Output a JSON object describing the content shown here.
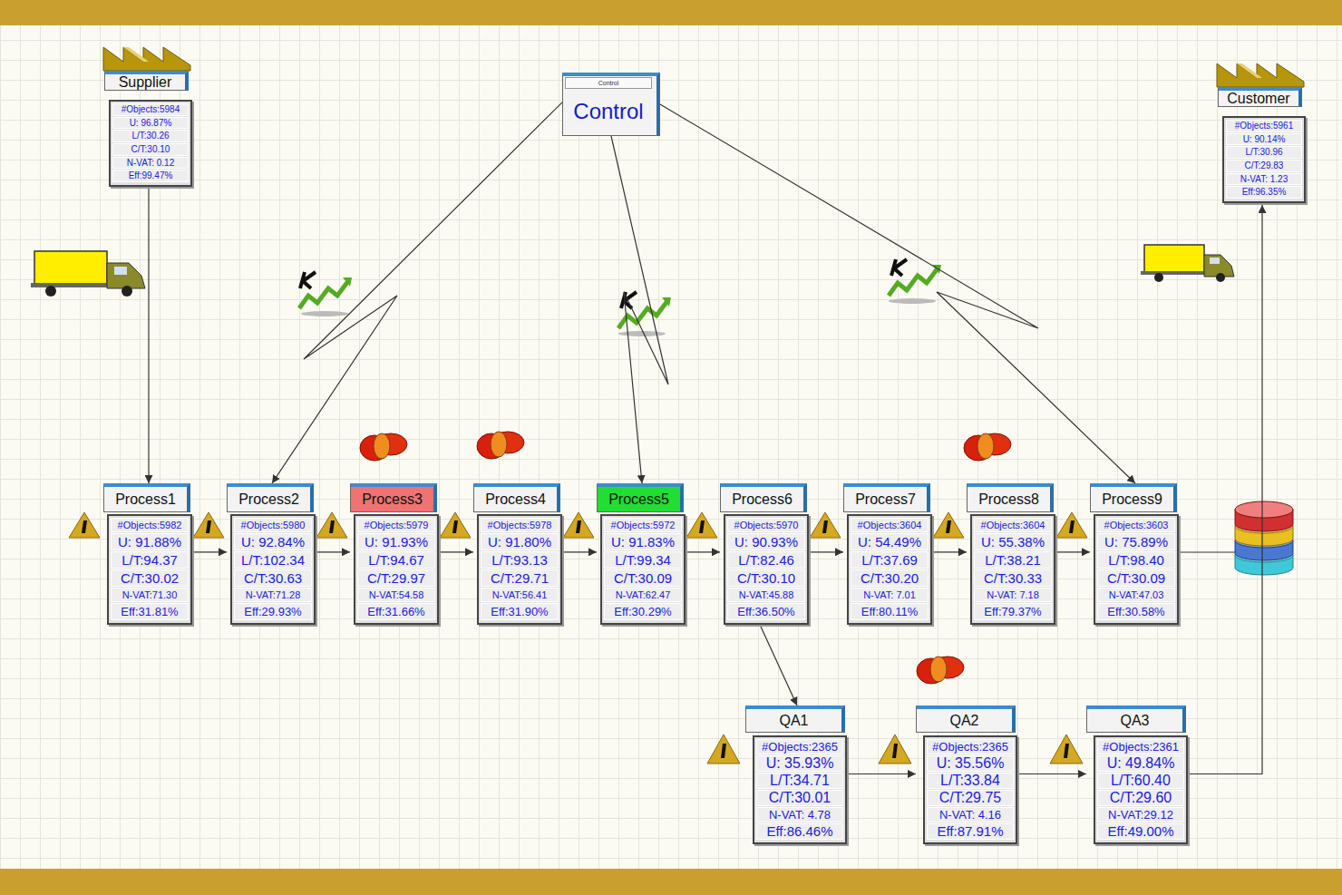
{
  "diagram": {
    "nodes": [
      {
        "text": [
          "Supplier",
          "#Objects:5984",
          "U: 96.87%",
          "L/T:30.26",
          "C/T:30.10",
          "N-VAT: 0.12",
          "Eff:99.47%"
        ]
      },
      {
        "text": [
          "Control",
          "Control"
        ]
      },
      {
        "text": [
          "Customer",
          "#Objects:5961",
          "U: 90.14%",
          "L/T:30.96",
          "C/T:29.83",
          "N-VAT: 1.23",
          "Eff:96.35%"
        ]
      },
      {
        "text": [
          "Process1",
          "#Objects:5982",
          "U: 91.88%",
          "L/T:94.37",
          "C/T:30.02",
          "N-VAT:71.30",
          "Eff:31.81%"
        ]
      },
      {
        "text": [
          "Process2",
          "#Objects:5980",
          "U: 92.84%",
          "L/T:102.34",
          "C/T:30.63",
          "N-VAT:71.28",
          "Eff:29.93%"
        ]
      },
      {
        "text": [
          "Process3",
          "#Objects:5979",
          "U: 91.93%",
          "L/T:94.67",
          "C/T:29.97",
          "N-VAT:54.58",
          "Eff:31.66%"
        ]
      },
      {
        "text": [
          "Process4",
          "#Objects:5978",
          "U: 91.80%",
          "L/T:93.13",
          "C/T:29.71",
          "N-VAT:56.41",
          "Eff:31.90%"
        ]
      },
      {
        "text": [
          "Process5",
          "#Objects:5972",
          "U: 91.83%",
          "L/T:99.34",
          "C/T:30.09",
          "N-VAT:62.47",
          "Eff:30.29%"
        ]
      },
      {
        "text": [
          "Process6",
          "#Objects:5970",
          "U: 90.93%",
          "L/T:82.46",
          "C/T:30.10",
          "N-VAT:45.88",
          "Eff:36.50%"
        ]
      },
      {
        "text": [
          "Process7",
          "#Objects:3604",
          "U: 54.49%",
          "L/T:37.69",
          "C/T:30.20",
          "N-VAT: 7.01",
          "Eff:80.11%"
        ]
      },
      {
        "text": [
          "Process8",
          "#Objects:3604",
          "U: 55.38%",
          "L/T:38.21",
          "C/T:30.33",
          "N-VAT: 7.18",
          "Eff:79.37%"
        ]
      },
      {
        "text": [
          "Process9",
          "#Objects:3603",
          "U: 75.89%",
          "L/T:98.40",
          "C/T:30.09",
          "N-VAT:47.03",
          "Eff:30.58%"
        ]
      },
      {
        "text": [
          "QA1",
          "#Objects:2365",
          "U: 35.93%",
          "L/T:34.71",
          "C/T:30.01",
          "N-VAT: 4.78",
          "Eff:86.46%"
        ]
      },
      {
        "text": [
          "QA2",
          "#Objects:2365",
          "U: 35.56%",
          "L/T:33.84",
          "C/T:29.75",
          "N-VAT: 4.16",
          "Eff:87.91%"
        ]
      },
      {
        "text": [
          "QA3",
          "#Objects:2361",
          "U: 49.84%",
          "L/T:60.40",
          "C/T:29.60",
          "N-VAT:29.12",
          "Eff:49.00%"
        ]
      }
    ],
    "edges": [
      {
        "from": 0,
        "to": 3,
        "arrow": "to"
      },
      {
        "from": 3,
        "to": 4,
        "arrow": "to"
      },
      {
        "from": 4,
        "to": 5,
        "arrow": "to"
      },
      {
        "from": 5,
        "to": 6,
        "arrow": "to"
      },
      {
        "from": 6,
        "to": 7,
        "arrow": "to"
      },
      {
        "from": 7,
        "to": 8,
        "arrow": "to"
      },
      {
        "from": 8,
        "to": 9,
        "arrow": "to"
      },
      {
        "from": 9,
        "to": 10,
        "arrow": "to"
      },
      {
        "from": 10,
        "to": 11,
        "arrow": "to"
      },
      {
        "from": 8,
        "to": 12,
        "arrow": "to"
      },
      {
        "from": 12,
        "to": 13,
        "arrow": "to"
      },
      {
        "from": 13,
        "to": 14,
        "arrow": "to"
      },
      {
        "from": 14,
        "to": 2,
        "arrow": "to"
      },
      {
        "from": 1,
        "to": 4,
        "arrow": "to"
      },
      {
        "from": 1,
        "to": 7,
        "arrow": "to"
      },
      {
        "from": 1,
        "to": 11,
        "arrow": "to"
      }
    ]
  }
}
